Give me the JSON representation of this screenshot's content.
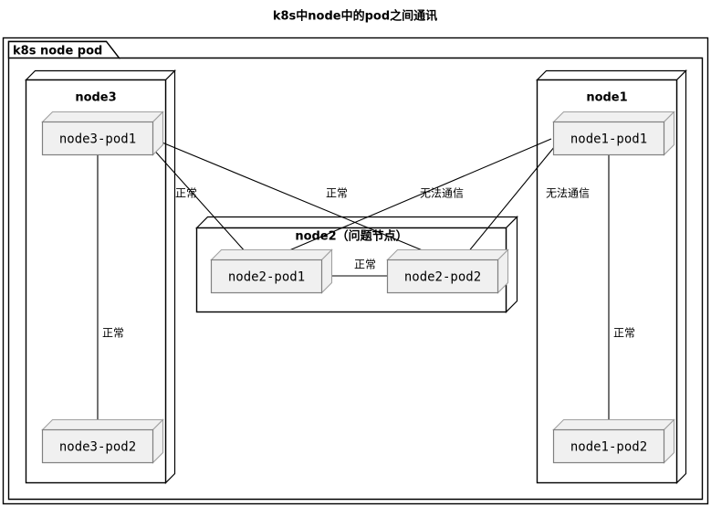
{
  "title": "k8s中node中的pod之间通讯",
  "package": {
    "label": "k8s node pod"
  },
  "nodes": [
    {
      "id": "node3",
      "label": "node3"
    },
    {
      "id": "node2",
      "label": "node2（问题节点）"
    },
    {
      "id": "node1",
      "label": "node1"
    }
  ],
  "pods": [
    {
      "id": "node3-pod1",
      "label": "node3-pod1",
      "node": "node3"
    },
    {
      "id": "node3-pod2",
      "label": "node3-pod2",
      "node": "node3"
    },
    {
      "id": "node2-pod1",
      "label": "node2-pod1",
      "node": "node2"
    },
    {
      "id": "node2-pod2",
      "label": "node2-pod2",
      "node": "node2"
    },
    {
      "id": "node1-pod1",
      "label": "node1-pod1",
      "node": "node1"
    },
    {
      "id": "node1-pod2",
      "label": "node1-pod2",
      "node": "node1"
    }
  ],
  "edges": [
    {
      "id": "e1",
      "from": "node3-pod1",
      "to": "node3-pod2",
      "label": "正常"
    },
    {
      "id": "e2",
      "from": "node3-pod1",
      "to": "node2-pod1",
      "label": "正常"
    },
    {
      "id": "e3",
      "from": "node3-pod1",
      "to": "node2-pod2",
      "label": "正常"
    },
    {
      "id": "e4",
      "from": "node2-pod1",
      "to": "node2-pod2",
      "label": "正常"
    },
    {
      "id": "e5",
      "from": "node1-pod1",
      "to": "node2-pod1",
      "label": "无法通信"
    },
    {
      "id": "e6",
      "from": "node1-pod1",
      "to": "node2-pod2",
      "label": "无法通信"
    },
    {
      "id": "e7",
      "from": "node1-pod1",
      "to": "node1-pod2",
      "label": "正常"
    }
  ],
  "edge_labels": {
    "n3p1_n2p1": "正常",
    "n3p1_n2p2": "正常",
    "n1p1_n2p1": "无法通信",
    "n1p1_n2p2": "无法通信",
    "n2p1_n2p2": "正常",
    "n3_vertical": "正常",
    "n1_vertical": "正常"
  },
  "colors": {
    "background": "#ffffff",
    "stroke": "#000000",
    "pod_fill": "#f0f0f0",
    "pod_stroke": "#808080"
  }
}
